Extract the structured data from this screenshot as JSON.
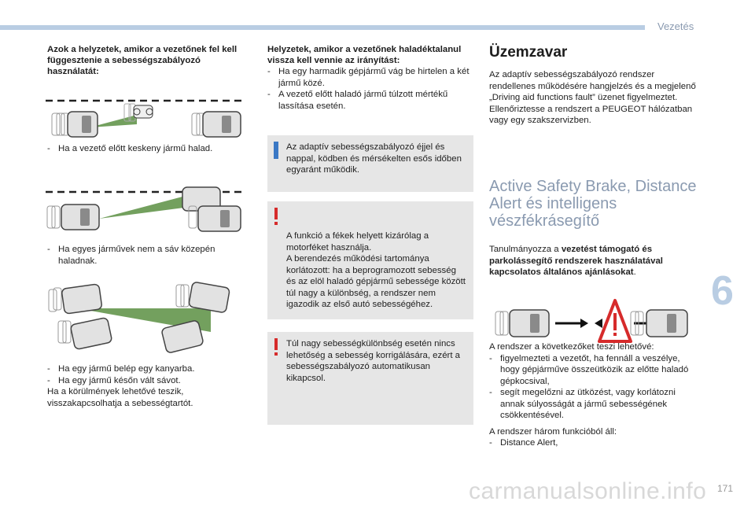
{
  "header": {
    "section": "Vezetés",
    "chapter": "6",
    "page": "171"
  },
  "watermark": "carmanualsonline.info",
  "col1": {
    "title": "Azok a helyzetek, amikor a vezetőnek fel kell függesztenie a sebességszabályozó használatát:",
    "item1": "Ha a vezető előtt keskeny jármű halad.",
    "item2": "Ha egyes járművek nem a sáv közepén haladnak.",
    "item3": "Ha egy jármű belép egy kanyarba.",
    "item4": "Ha egy jármű későn vált sávot.",
    "footer": "Ha a körülmények lehetővé teszik, visszakapcsolhatja a sebességtartót."
  },
  "col2": {
    "title": "Helyzetek, amikor a vezetőnek haladéktalanul vissza kell vennie az irányítást:",
    "item1": "Ha egy harmadik gépjármű vág be hirtelen a két jármű közé.",
    "item2": "A vezető előtt haladó jármű túlzott mértékű lassítása esetén.",
    "info_box": "Az adaptív sebességszabályozó éjjel és nappal, ködben és mérsékelten esős időben egyaránt működik.",
    "warn_box1": "A funkció a fékek helyett kizárólag a motorféket használja.\nA berendezés működési tartománya korlátozott: ha a beprogramozott sebesség és az elöl haladó gépjármű sebessége között túl nagy a különbség, a rendszer nem igazodik az első autó sebességéhez.",
    "warn_box2": "Túl nagy sebességkülönbség esetén nincs lehetőség a sebesség korrigálására, ezért a sebességszabályozó automatikusan kikapcsol."
  },
  "col3": {
    "fault_title": "Üzemzavar",
    "fault_text1": "Az adaptív sebességszabályozó rendszer rendellenes működésére hangjelzés és a megjelenő „Driving aid functions fault” üzenet figyelmeztet.",
    "fault_text2": "Ellenőriztesse a rendszert a PEUGEOT hálózatban vagy egy szakszervizben.",
    "asb_title": "Active Safety Brake, Distance Alert és intelligens vészfékrásegítő",
    "asb_intro_pre": "Tanulmányozza a ",
    "asb_intro_bold": "vezetést támogató és parkolássegítő rendszerek használatával kapcsolatos általános ajánlásokat",
    "asb_intro_post": ".",
    "allows_title": "A rendszer a következőket teszi lehetővé:",
    "allows_item1": "figyelmezteti a vezetőt, ha fennáll a veszélye, hogy gépjárműve összeütközik az előtte haladó gépkocsival,",
    "allows_item2": "segít megelőzni az ütközést, vagy korlátozni annak súlyosságát a jármű sebességének csökkentésével.",
    "functions_title": "A rendszer három funkcióból áll:",
    "functions_item1": "Distance Alert,"
  },
  "colors": {
    "accent": "#b9cde3",
    "info": "#3a78c5",
    "warning": "#d62b2b",
    "box": "#e6e6e6",
    "beam": "#4f8a3a"
  }
}
